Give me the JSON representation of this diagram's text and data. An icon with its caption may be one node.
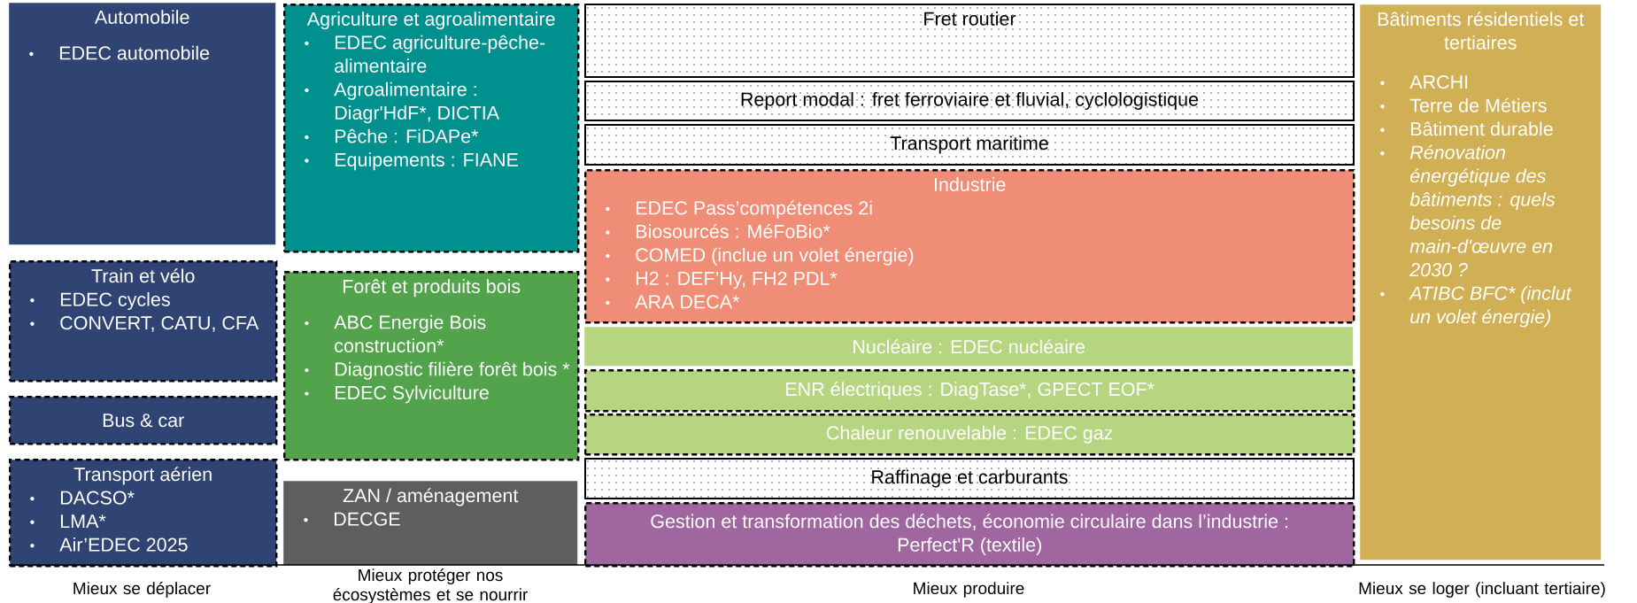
{
  "diagram": {
    "nodes": [
      {
        "text": [
          "Automobile",
          "EDEC automobile"
        ]
      },
      {
        "text": [
          "Train et vélo",
          "EDEC cycles",
          "CONVERT, CATU, CFA"
        ]
      },
      {
        "text": [
          "Bus & car"
        ]
      },
      {
        "text": [
          "Transport aérien",
          "DACSO*",
          "LMA*",
          "Air’EDEC 2025"
        ]
      },
      {
        "text": [
          "Agriculture et agroalimentaire",
          "EDEC agriculture-pêche-alimentaire",
          "Agroalimentaire : Diagr'HdF*, DICTIA",
          "Pêche : FiDAPe*",
          "Equipements : FIANE"
        ]
      },
      {
        "text": [
          "Forêt et produits bois",
          "ABC Energie Bois construction*",
          "Diagnostic filière forêt bois *",
          "EDEC Sylviculture"
        ]
      },
      {
        "text": [
          "ZAN / aménagement",
          "DECGE"
        ]
      },
      {
        "text": [
          "Fret routier"
        ]
      },
      {
        "text": [
          "Report modal : fret ferroviaire et fluvial, cyclologistique"
        ]
      },
      {
        "text": [
          "Transport maritime"
        ]
      },
      {
        "text": [
          "Industrie",
          "EDEC Pass’compétences 2i",
          "Biosourcés : MéFoBio*",
          "COMED (inclue un volet énergie)",
          "H2 : DEF’Hy, FH2 PDL*",
          "ARA DECA*"
        ]
      },
      {
        "text": [
          "Nucléaire : EDEC nucléaire"
        ]
      },
      {
        "text": [
          "ENR électriques : DiagTase*, GPECT EOF*"
        ]
      },
      {
        "text": [
          "Chaleur renouvelable : EDEC gaz"
        ]
      },
      {
        "text": [
          "Raffinage et carburants"
        ]
      },
      {
        "text": [
          "Gestion et transformation des déchets, économie circulaire dans l’industrie : Perfect'R (textile)"
        ]
      },
      {
        "text": [
          "Bâtiments résidentiels et tertiaires",
          "ARCHI",
          "Terre de Métiers",
          "Bâtiment durable",
          "Rénovation énergétique des bâtiments : quels besoins de main-d'œuvre en 2030 ?",
          "ATIBC BFC* (inclut un volet énergie)"
        ]
      }
    ],
    "labels": [
      "Mieux se déplacer",
      "Mieux protéger nos écosystèmes et se nourrir",
      "Mieux produire",
      "Mieux se loger (incluant tertiaire)"
    ]
  }
}
